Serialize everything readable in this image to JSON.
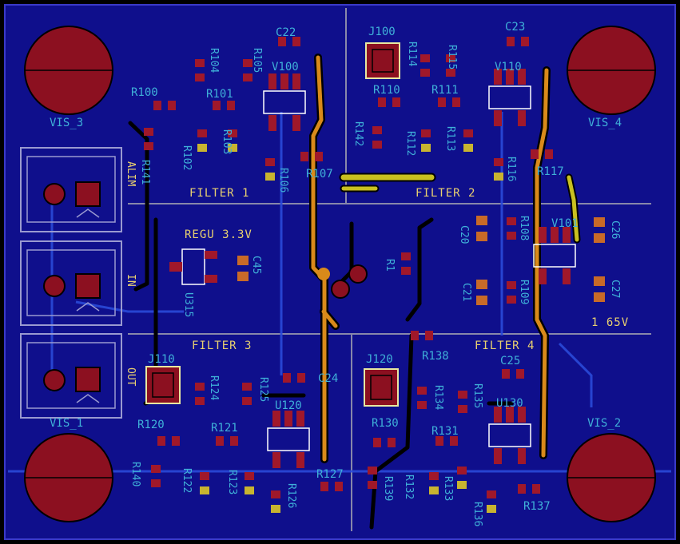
{
  "board": {
    "mount_holes": [
      "VIS_3",
      "VIS_4",
      "VIS_1",
      "VIS_2"
    ],
    "sections": [
      "FILTER 1",
      "FILTER 2",
      "FILTER 3",
      "FILTER 4",
      "REGU 3.3V",
      "1 65V"
    ],
    "connector_labels": [
      "ALIM",
      "IN",
      "OUT"
    ],
    "designators": {
      "C22": "C22",
      "J100": "J100",
      "C23": "C23",
      "R104": "R104",
      "R105": "R105",
      "V100": "V100",
      "R114": "R114",
      "R115": "R115",
      "V110": "V110",
      "R100": "R100",
      "R101": "R101",
      "R110": "R110",
      "R111": "R111",
      "R102": "R102",
      "R103": "R103",
      "R106": "R106",
      "R107": "R107",
      "R142": "R142",
      "R112": "R112",
      "R113": "R113",
      "R116": "R116",
      "R117": "R117",
      "R141": "R141",
      "C20": "C20",
      "R108": "R108",
      "V101": "V101",
      "C26": "C26",
      "C45": "C45",
      "U315": "U315",
      "R1": "R1",
      "C21": "C21",
      "R109": "R109",
      "C27": "C27",
      "J110": "J110",
      "R124": "R124",
      "R125": "R125",
      "C24": "C24",
      "R138": "R138",
      "J120": "J120",
      "C25": "C25",
      "R134": "R134",
      "R135": "R135",
      "U120": "U120",
      "U130": "U130",
      "R120": "R120",
      "R121": "R121",
      "R130": "R130",
      "R131": "R131",
      "R140": "R140",
      "R122": "R122",
      "R123": "R123",
      "R126": "R126",
      "R127": "R127",
      "R139": "R139",
      "R132": "R132",
      "R133": "R133",
      "R136": "R136",
      "R137": "R137"
    }
  },
  "colors": {
    "board": "#0f0f8c",
    "pad": "#8c1020",
    "trace_top": "#d98a1a",
    "trace_bottom": "#b8b020",
    "silkscreen": "#e8d070",
    "designator": "#3fb0d8"
  }
}
